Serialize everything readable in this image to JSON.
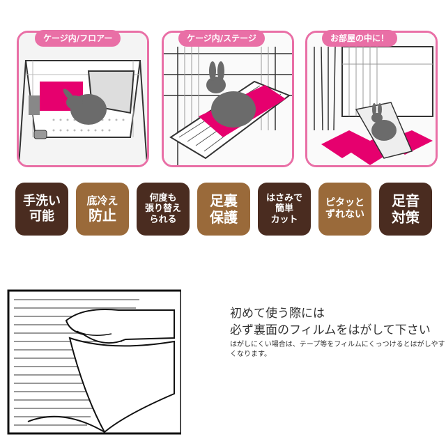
{
  "panels": [
    {
      "title": "ケージ内/フロアー"
    },
    {
      "title": "ケージ内/ステージ"
    },
    {
      "title": "お部屋の中に！"
    }
  ],
  "badges": [
    {
      "line1": "手洗い",
      "line2": "可能",
      "color": "#4a2c20"
    },
    {
      "line1": "底冷え",
      "line2": "防止",
      "color": "#9a6a3a"
    },
    {
      "line1": "何度も",
      "line2": "張り替え",
      "line3": "られる",
      "color": "#4a2c20"
    },
    {
      "line1": "足裏",
      "line2": "保護",
      "color": "#9a6a3a"
    },
    {
      "line1": "はさみで",
      "line2": "簡単",
      "line3": "カット",
      "color": "#4a2c20"
    },
    {
      "line1": "ピタッと",
      "line2": "ずれない",
      "color": "#9a6a3a"
    },
    {
      "line1": "足音",
      "line2": "対策",
      "color": "#4a2c20"
    }
  ],
  "instructions": {
    "line1": "初めて使う際には",
    "line2": "必ず裏面のフィルムをはがして下さい",
    "note1": "はがしにくい場合は、テープ等をフィルムにくっつけるとはがしやす",
    "note2": "くなります。"
  },
  "colors": {
    "accent_pink": "#e96fa6",
    "mat_pink": "#e6006e",
    "rabbit_gray": "#6b6b6b",
    "badge_dark": "#4a2c20",
    "badge_brown": "#9a6a3a"
  }
}
